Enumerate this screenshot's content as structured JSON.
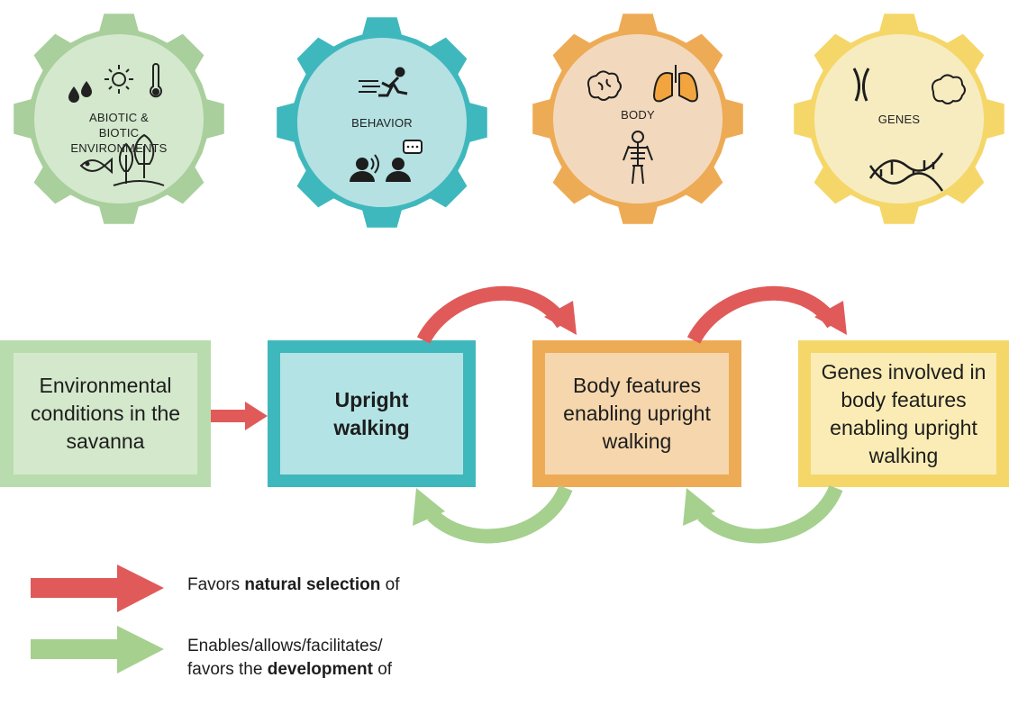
{
  "gears": [
    {
      "label": "ABIOTIC & BIOTIC ENVIRONMENTS",
      "color": "#a9cf9c",
      "fill": "#d3e8cc",
      "icons": [
        "droplets-icon",
        "sun-icon",
        "thermometer-icon",
        "fish-icon",
        "trees-icon"
      ]
    },
    {
      "label": "BEHAVIOR",
      "color": "#3fb8bd",
      "fill": "#b5e1e3",
      "icons": [
        "running-person-icon",
        "speaking-person-icon",
        "chatting-person-icon"
      ]
    },
    {
      "label": "BODY",
      "color": "#eeab55",
      "fill": "#f2d9bd",
      "icons": [
        "brain-icon",
        "lungs-icon",
        "skeleton-icon"
      ]
    },
    {
      "label": "GENES",
      "color": "#f5d769",
      "fill": "#f7ecc0",
      "icons": [
        "chromosome-icon",
        "brain-icon",
        "dna-icon"
      ]
    }
  ],
  "boxes": [
    {
      "text": "Environmental conditions in the savanna",
      "border": "#b9dcae",
      "fill": "#d4e8cc"
    },
    {
      "text": "Upright walking",
      "border": "#3fb8bd",
      "fill": "#b3e3e5"
    },
    {
      "text": "Body features enabling upright walking",
      "border": "#eeab55",
      "fill": "#f6d6ad"
    },
    {
      "text": "Genes involved in body features enabling upright walking",
      "border": "#f5d769",
      "fill": "#fbecb5"
    }
  ],
  "colors": {
    "red_arrow": "#e05a5a",
    "green_arrow": "#a5d08e"
  },
  "legend": {
    "red": {
      "prefix": "Favors ",
      "bold": "natural selection",
      "suffix": " of"
    },
    "green": {
      "line1": "Enables/allows/facilitates/",
      "prefix": "favors the ",
      "bold": "development",
      "suffix": " of"
    }
  }
}
